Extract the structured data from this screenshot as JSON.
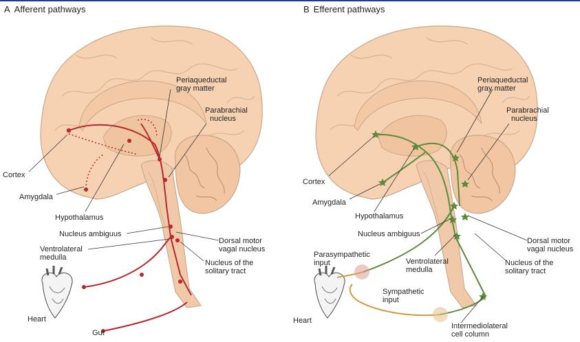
{
  "panel_a": {
    "letter": "A",
    "title": "Afferent pathways",
    "labels": {
      "pag_1": "Periaqueductal",
      "pag_2": "gray matter",
      "parabrachial_1": "Parabrachial",
      "parabrachial_2": "nucleus",
      "cortex": "Cortex",
      "amygdala": "Amygdala",
      "hypothalamus": "Hypothalamus",
      "nucleus_ambiguus": "Nucleus ambiguus",
      "ventrolateral_1": "Ventrolateral",
      "ventrolateral_2": "medulla",
      "dorsal_motor_1": "Dorsal motor",
      "dorsal_motor_2": "vagal nucleus",
      "solitary_1": "Nucleus of the",
      "solitary_2": "solitary tract",
      "heart": "Heart",
      "gut": "Gut"
    }
  },
  "panel_b": {
    "letter": "B",
    "title": "Efferent pathways",
    "labels": {
      "pag_1": "Periaqueductal",
      "pag_2": "gray matter",
      "parabrachial_1": "Parabrachial",
      "parabrachial_2": "nucleus",
      "cortex": "Cortex",
      "amygdala": "Amygdala",
      "hypothalamus": "Hypothalamus",
      "nucleus_ambiguus": "Nucleus ambiguus",
      "parasympathetic_1": "Parasympathetic",
      "parasympathetic_2": "input",
      "ventrolateral_1": "Ventrolateral",
      "ventrolateral_2": "medulla",
      "dorsal_motor_1": "Dorsal motor",
      "dorsal_motor_2": "vagal nucleus",
      "solitary_1": "Nucleus of the",
      "solitary_2": "solitary tract",
      "sympathetic_1": "Sympathetic",
      "sympathetic_2": "input",
      "heart": "Heart",
      "imlc_1": "Intermediolateral",
      "imlc_2": "cell column"
    }
  },
  "colors": {
    "afferent": "#b7282e",
    "efferent": "#5a8a3a",
    "sympathetic": "#d49a3a",
    "brain_skin": "#f6d2b3",
    "brain_outline": "#c9a68a",
    "brain_stem": "#f0c9a8"
  }
}
